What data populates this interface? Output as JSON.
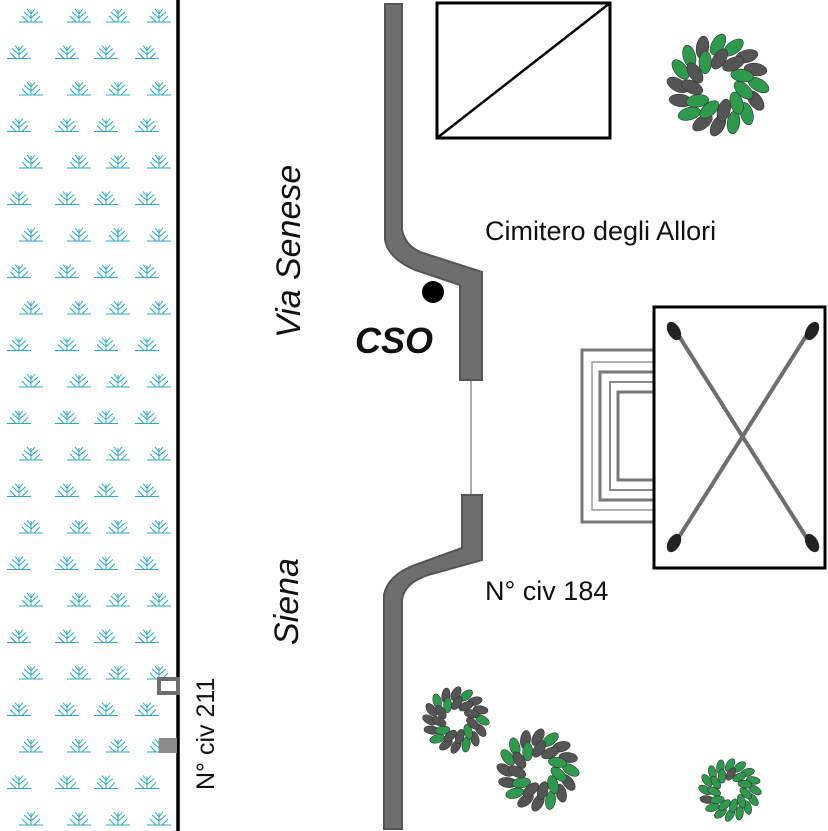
{
  "map": {
    "street_name_top": "Via Senese",
    "street_name_bottom": "Siena",
    "cso_label": "CSO",
    "cemetery_label": "Cimitero degli Allori",
    "civic_number_east": "N° civ 184",
    "civic_number_west": "N° civ 211"
  },
  "colors": {
    "road_fill": "#6e6e6e",
    "road_edge": "#555555",
    "field_symbol": "#2aa9c0",
    "tree_dark": "#555555",
    "tree_green": "#2e9a4c",
    "outline": "#000000"
  },
  "icons": {
    "marsh_symbol": "marsh-grass-icon",
    "tree_symbol": "tree-crown-icon",
    "cso_point": "cso-point-icon",
    "building_a": "building-diagonal-icon",
    "building_b": "building-cross-icon"
  }
}
